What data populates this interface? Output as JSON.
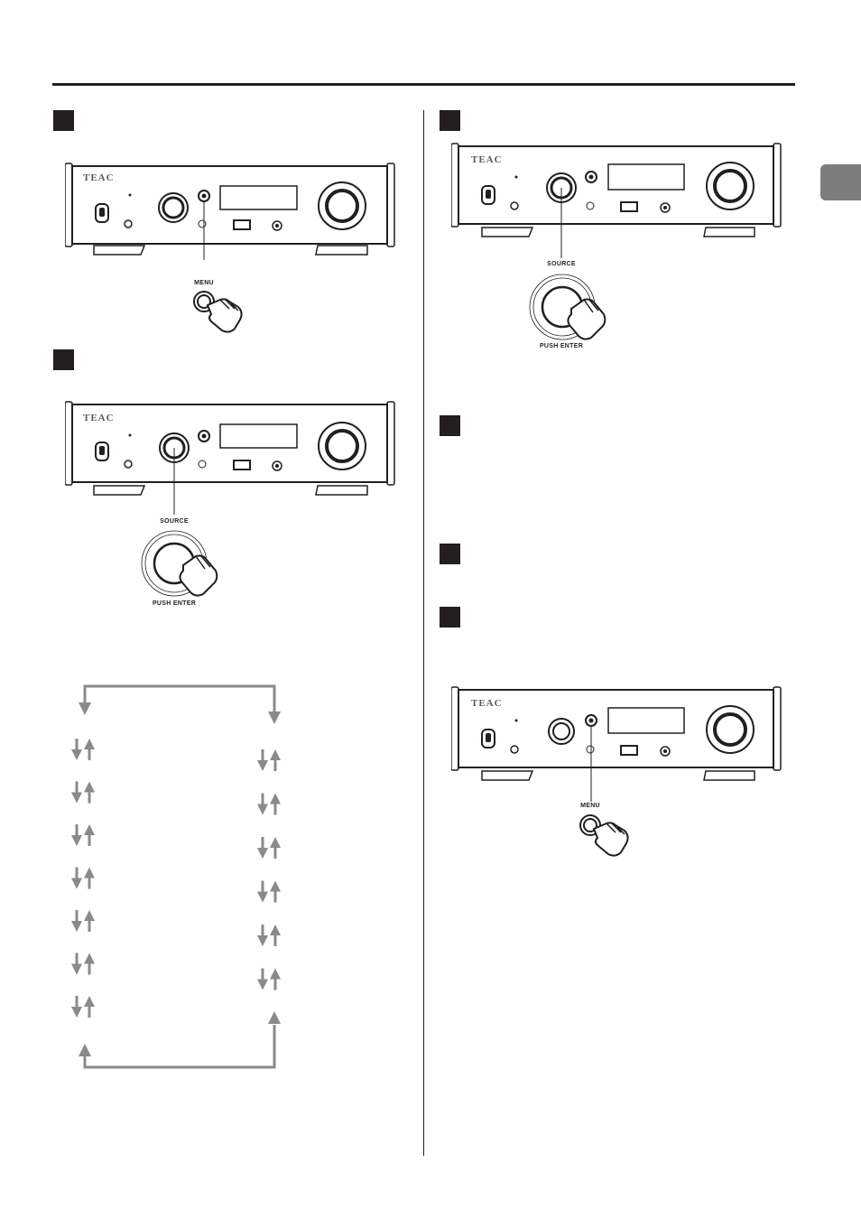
{
  "device": {
    "brand": "TEAC"
  },
  "labels": {
    "menu": "MENU",
    "source": "SOURCE",
    "push_enter": "PUSH ENTER"
  },
  "colors": {
    "ink": "#231f20",
    "tab_marker": "#7d7d7d",
    "flow_arrows": "#8a8a8a"
  },
  "flow": {
    "left_column_arrow_pairs": 7,
    "right_column_arrow_pairs": 6
  }
}
